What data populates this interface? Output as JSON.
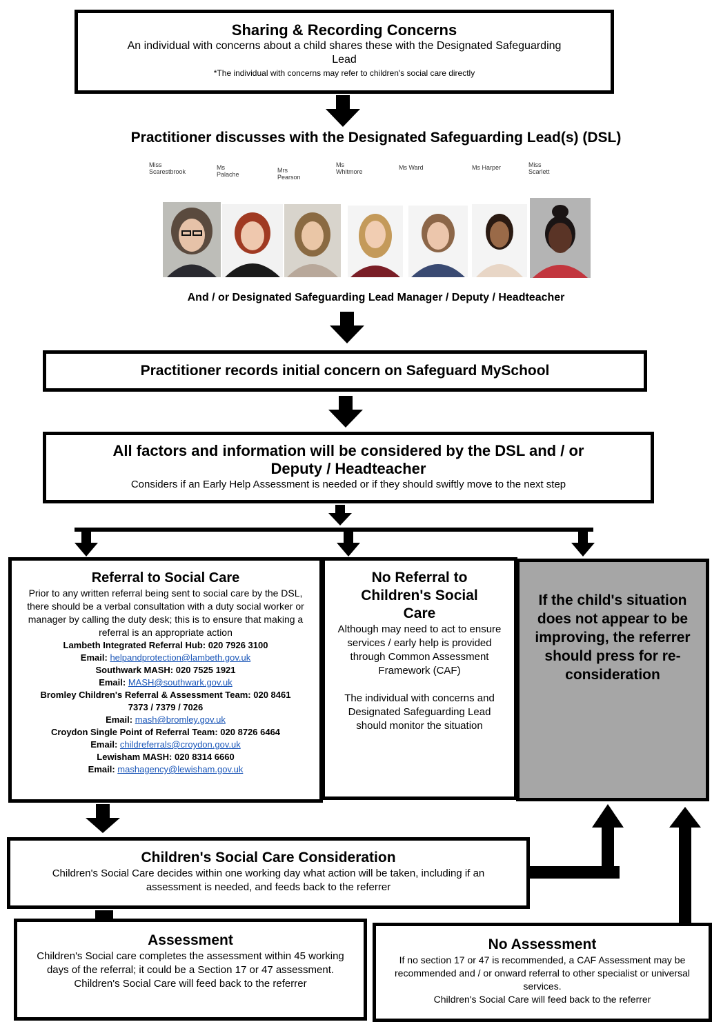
{
  "top": {
    "title": "Sharing & Recording Concerns",
    "line1": "An individual with concerns about a child shares these with the Designated Safeguarding Lead",
    "note": "*The individual with concerns may refer to children's social care directly"
  },
  "dsl": {
    "heading": "Practitioner discusses with the Designated Safeguarding Lead(s) (DSL)",
    "names": [
      {
        "line1": "Miss",
        "line2": "Scarestbrook"
      },
      {
        "line1": "Ms",
        "line2": "Palache"
      },
      {
        "line1": "Mrs",
        "line2": "Pearson"
      },
      {
        "line1": "Ms",
        "line2": "Whitmore"
      },
      {
        "line1": "Ms Ward",
        "line2": ""
      },
      {
        "line1": "Ms Harper",
        "line2": ""
      },
      {
        "line1": "Miss",
        "line2": "Scarlett"
      }
    ],
    "and_or": "And  / or Designated Safeguarding Lead Manager / Deputy / Headteacher"
  },
  "records": {
    "title": "Practitioner records initial concern on Safeguard MySchool"
  },
  "factors": {
    "title": "All factors and information will be considered by the DSL and / or Deputy / Headteacher",
    "body": "Considers if an Early Help Assessment is needed or if they should swiftly move to the next step"
  },
  "referral": {
    "title": "Referral to Social Care",
    "intro": "Prior to any written referral being sent to social care by the DSL, there should be a verbal consultation with a duty social worker or manager by calling the duty desk; this is to ensure that making a referral is an appropriate action",
    "lambeth": "Lambeth Integrated Referral Hub: 020 7926 3100",
    "lambeth_email_label": "Email:",
    "lambeth_email": "helpandprotection@lambeth.gov.uk",
    "southwark": "Southwark MASH: 020 7525 1921",
    "southwark_email_label": "Email:",
    "southwark_email": "MASH@southwark.gov.uk",
    "bromley": "Bromley Children's Referral & Assessment Team: 020 8461 7373 / 7379 / 7026",
    "bromley_email_label": "Email:",
    "bromley_email": "mash@bromley.gov.uk",
    "croydon": "Croydon Single Point of Referral Team: 020 8726 6464",
    "croydon_email_label": "Email:",
    "croydon_email": "childreferrals@croydon.gov.uk",
    "lewisham": "Lewisham MASH: 020 8314 6660",
    "lewisham_email_label": "Email:",
    "lewisham_email": "mashagency@lewisham.gov.uk"
  },
  "noreferral": {
    "title": "No Referral to Children's Social Care",
    "body1": "Although may need to act to ensure services / early help is provided through Common Assessment Framework (CAF)",
    "body2": "The individual with concerns and Designated Safeguarding Lead should monitor the situation"
  },
  "reconsider": {
    "text": "If the child's situation does not appear to be improving, the referrer should press for re-consideration"
  },
  "csc": {
    "title": "Children's Social Care Consideration",
    "body": "Children's Social Care decides within one working day what action will be taken, including if an assessment is needed, and feeds back to the referrer"
  },
  "assessment": {
    "title": "Assessment",
    "body": "Children's Social care completes the assessment within 45 working days of the referral; it could be a Section 17 or 47 assessment.",
    "feedback": "Children's Social Care will feed back to the referrer"
  },
  "noassessment": {
    "title": "No Assessment",
    "body": "If no section 17 or 47 is recommended, a CAF Assessment may be recommended and / or onward referral to other specialist or universal services.",
    "feedback": "Children's Social Care will feed back to the referrer"
  },
  "colors": {
    "grey_box": "#a6a6a6",
    "link": "#1a56b8"
  }
}
